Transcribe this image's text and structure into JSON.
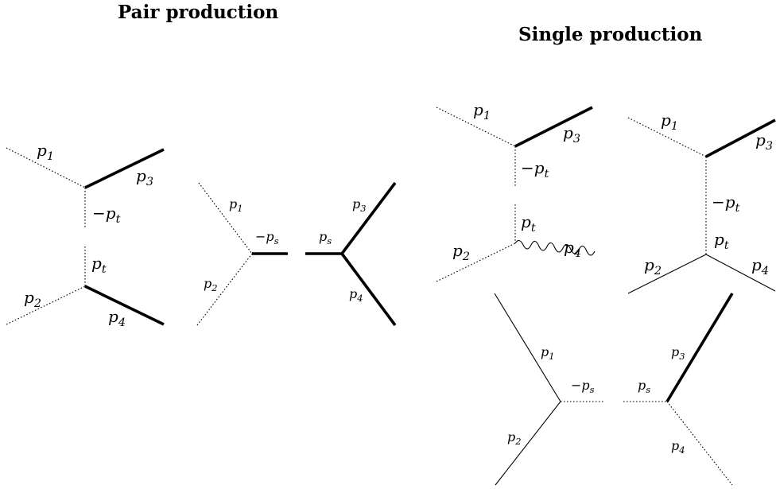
{
  "titles": {
    "pair": "Pair production",
    "single": "Single production"
  },
  "diagrams": {
    "pair_t": {
      "p1": "p",
      "p1_sub": "1",
      "p2": "p",
      "p2_sub": "2",
      "p3": "p",
      "p3_sub": "3",
      "p4": "p",
      "p4_sub": "4",
      "minus_pt": "−p",
      "minus_pt_sub": "t",
      "pt": "p",
      "pt_sub": "t"
    },
    "pair_s": {
      "p1": "p",
      "p1_sub": "1",
      "p2": "p",
      "p2_sub": "2",
      "p3": "p",
      "p3_sub": "3",
      "p4": "p",
      "p4_sub": "4",
      "minus_ps": "−p",
      "minus_ps_sub": "s",
      "ps": "p",
      "ps_sub": "s"
    },
    "single_t_photon": {
      "p1": "p",
      "p1_sub": "1",
      "p2": "p",
      "p2_sub": "2",
      "p3": "p",
      "p3_sub": "3",
      "p4": "p",
      "p4_sub": "4",
      "minus_pt": "−p",
      "minus_pt_sub": "t",
      "pt": "p",
      "pt_sub": "t"
    },
    "single_t_fermion": {
      "p1": "p",
      "p1_sub": "1",
      "p2": "p",
      "p2_sub": "2",
      "p3": "p",
      "p3_sub": "3",
      "p4": "p",
      "p4_sub": "4",
      "minus_pt": "−p",
      "minus_pt_sub": "t",
      "pt": "p",
      "pt_sub": "t"
    },
    "single_s": {
      "p1": "p",
      "p1_sub": "1",
      "p2": "p",
      "p2_sub": "2",
      "p3": "p",
      "p3_sub": "3",
      "p4": "p",
      "p4_sub": "4",
      "minus_ps": "−p",
      "minus_ps_sub": "s",
      "ps": "p",
      "ps_sub": "s"
    }
  }
}
